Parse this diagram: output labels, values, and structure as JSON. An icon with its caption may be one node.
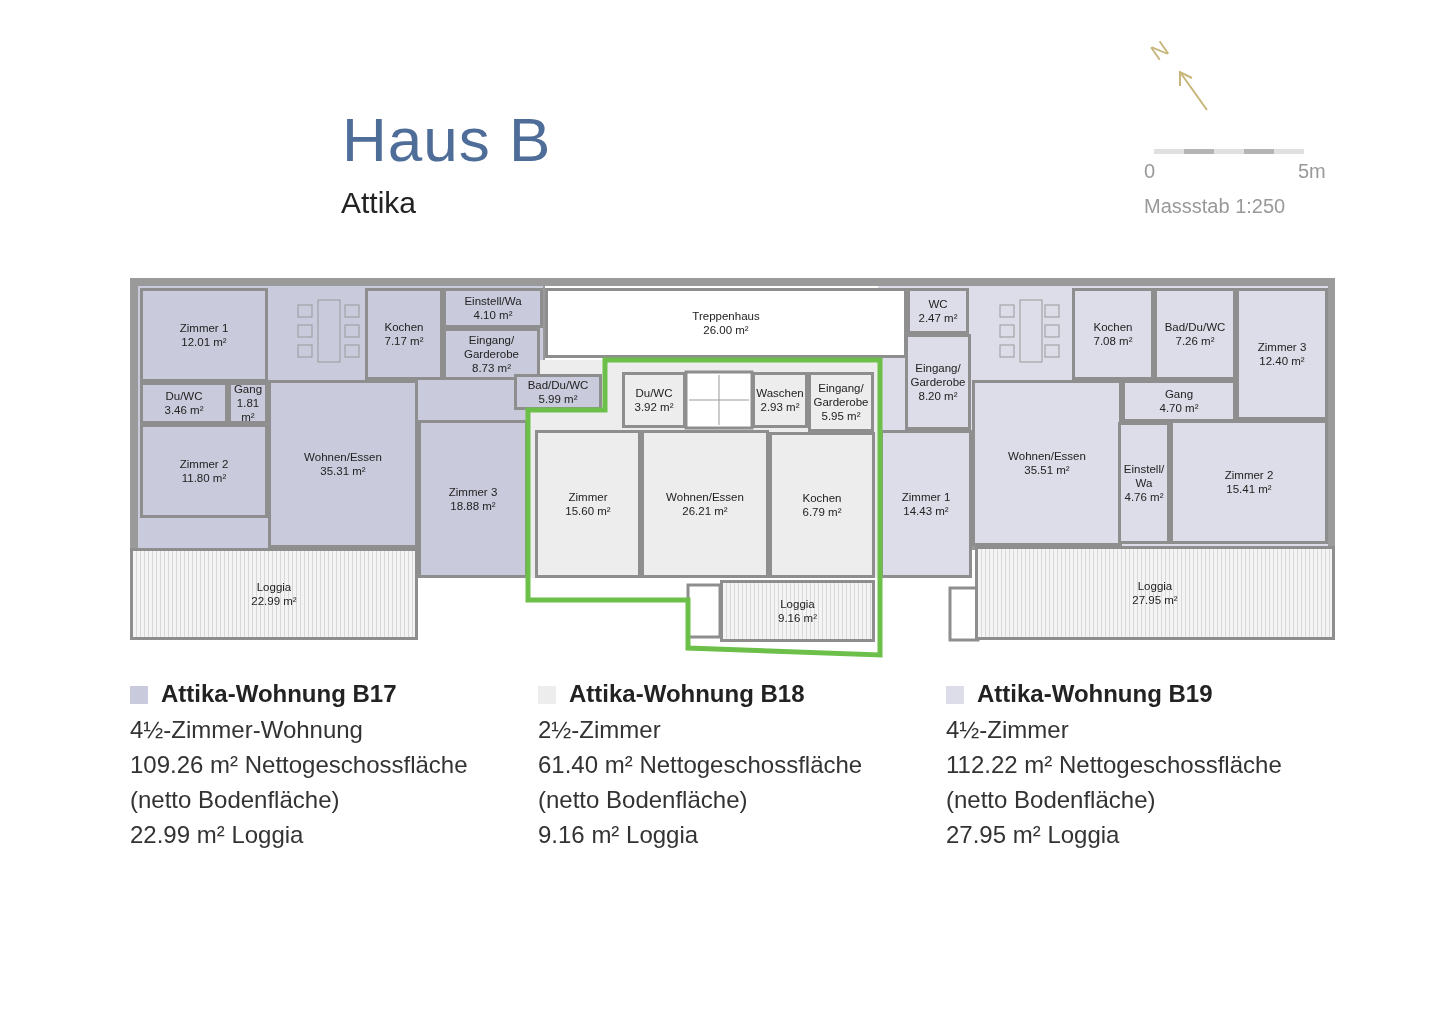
{
  "diagram": {
    "title": "Haus B",
    "nodes": [
      {
        "text": [
          "Zimmer 1",
          "12.01 m²"
        ]
      },
      {
        "text": [
          "Du/WC",
          "3.46 m²"
        ]
      },
      {
        "text": [
          "Gang",
          "1.81 m²"
        ]
      },
      {
        "text": [
          "Zimmer 2",
          "11.80 m²"
        ]
      },
      {
        "text": [
          "Kochen",
          "7.17 m²"
        ]
      },
      {
        "text": [
          "Wohnen/Essen",
          "35.31 m²"
        ]
      },
      {
        "text": [
          "Einstell/Wa",
          "4.10 m²"
        ]
      },
      {
        "text": [
          "Eingang/ Garderobe",
          "8.73 m²"
        ]
      },
      {
        "text": [
          "Bad/Du/WC",
          "5.99 m²"
        ]
      },
      {
        "text": [
          "Zimmer 3",
          "18.88 m²"
        ]
      },
      {
        "text": [
          "Loggia",
          "22.99 m²"
        ]
      },
      {
        "text": [
          "Treppenhaus",
          "26.00 m²"
        ]
      },
      {
        "text": [
          "Du/WC",
          "3.92 m²"
        ]
      },
      {
        "text": [
          "Waschen",
          "2.93 m²"
        ]
      },
      {
        "text": [
          "Eingang/ Garderobe",
          "5.95 m²"
        ]
      },
      {
        "text": [
          "Zimmer",
          "15.60 m²"
        ]
      },
      {
        "text": [
          "Wohnen/Essen",
          "26.21 m²"
        ]
      },
      {
        "text": [
          "Kochen",
          "6.79 m²"
        ]
      },
      {
        "text": [
          "Loggia",
          "9.16 m²"
        ]
      },
      {
        "text": [
          "WC",
          "2.47 m²"
        ]
      },
      {
        "text": [
          "Eingang/ Garderobe",
          "8.20 m²"
        ]
      },
      {
        "text": [
          "Zimmer 1",
          "14.43 m²"
        ]
      },
      {
        "text": [
          "Kochen",
          "7.08 m²"
        ]
      },
      {
        "text": [
          "Bad/Du/WC",
          "7.26 m²"
        ]
      },
      {
        "text": [
          "Zimmer 3",
          "12.40 m²"
        ]
      },
      {
        "text": [
          "Wohnen/Essen",
          "35.51 m²"
        ]
      },
      {
        "text": [
          "Gang",
          "4.70 m²"
        ]
      },
      {
        "text": [
          "Einstell/ Wa",
          "4.76 m²"
        ]
      },
      {
        "text": [
          "Zimmer 2",
          "15.41 m²"
        ]
      },
      {
        "text": [
          "Loggia",
          "27.95 m²"
        ]
      }
    ],
    "labels": [
      "N",
      "0",
      "5m",
      "Massstab 1:250",
      "Attika",
      "4½-Zimmer-Wohnung",
      "109.26 m² Nettogeschossfläche",
      "(netto Bodenfläche)",
      "22.99 m² Loggia",
      "2½-Zimmer",
      "61.40 m² Nettogeschossfläche",
      "(netto Bodenfläche)",
      "9.16 m² Loggia",
      "4½-Zimmer",
      "112.22 m² Nettogeschossfläche",
      "(netto Bodenfläche)",
      "27.95 m² Loggia"
    ],
    "legend": [
      {
        "text": "Attika-Wohnung B17",
        "color": "#c9cbdc"
      },
      {
        "text": "Attika-Wohnung B18",
        "color": "#ededee"
      },
      {
        "text": "Attika-Wohnung B19",
        "color": "#dcdde8"
      }
    ]
  }
}
